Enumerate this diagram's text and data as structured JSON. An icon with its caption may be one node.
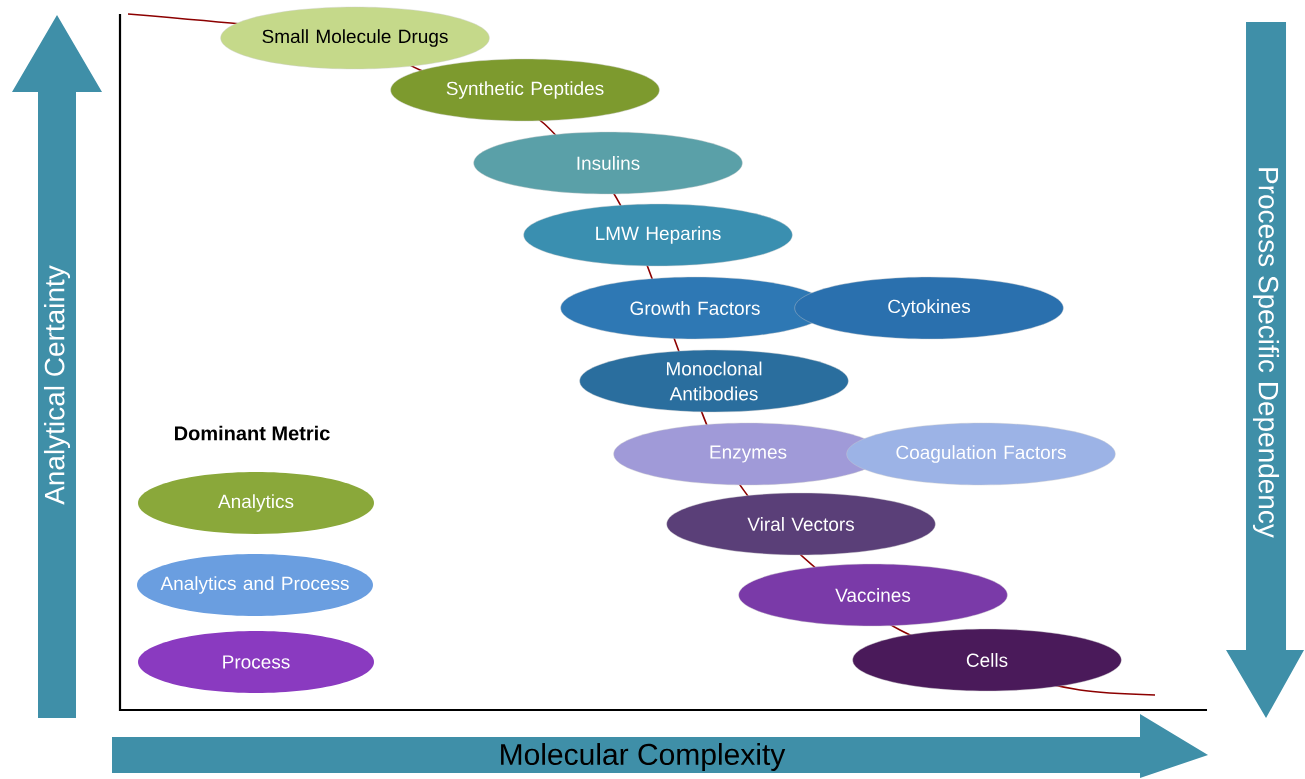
{
  "diagram": {
    "nodes": [
      {
        "text": [
          "Small Molecule Drugs"
        ]
      },
      {
        "text": [
          "Synthetic Peptides"
        ]
      },
      {
        "text": [
          "Insulins"
        ]
      },
      {
        "text": [
          "LMW Heparins"
        ]
      },
      {
        "text": [
          "Growth Factors"
        ]
      },
      {
        "text": [
          "Cytokines"
        ]
      },
      {
        "text": [
          "Monoclonal Antibodies"
        ]
      },
      {
        "text": [
          "Enzymes"
        ]
      },
      {
        "text": [
          "Coagulation Factors"
        ]
      },
      {
        "text": [
          "Viral Vectors"
        ]
      },
      {
        "text": [
          "Vaccines"
        ]
      },
      {
        "text": [
          "Cells"
        ]
      }
    ],
    "labels": [
      "Analytical Certainty",
      "Process Specific Dependency",
      "Dominant Metric",
      "Molecular Complexity"
    ],
    "legend": [
      {
        "text": "Analytics",
        "color": "#8aa83a"
      },
      {
        "text": "Analytics and Process",
        "color": "#6a9ee0"
      },
      {
        "text": "Process",
        "color": "#8a3ac0"
      }
    ]
  }
}
